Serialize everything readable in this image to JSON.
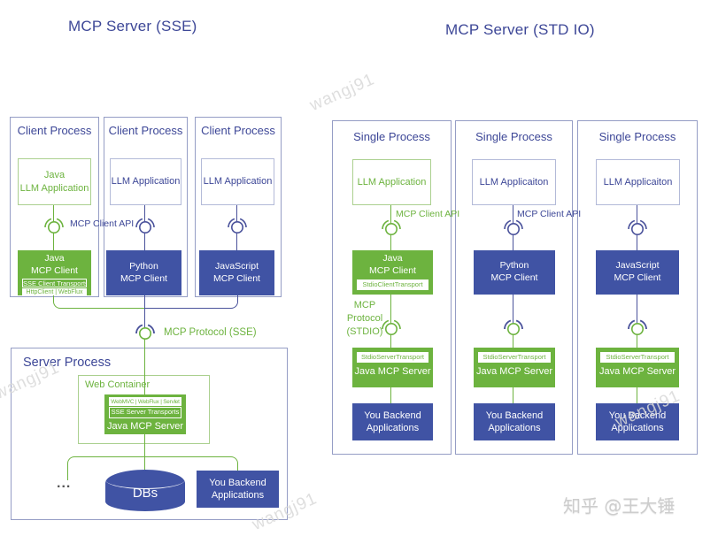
{
  "colors": {
    "green": "#6db33f",
    "blue": "#4053a4",
    "navy_text": "#3d4797",
    "line_navy": "#4a529b"
  },
  "watermark": {
    "text": "wangj91",
    "credit": "知乎 @王大锤"
  },
  "sse": {
    "title": "MCP Server (SSE)",
    "api_label": "MCP Client API",
    "protocol_label": "MCP Protocol (SSE)",
    "clients": [
      {
        "process": "Client Process",
        "app_line1": "Java",
        "app_line2": "LLM Application",
        "client_line1": "Java",
        "client_line2": "MCP Client",
        "badge1": "SSE Client Transports",
        "badge2": "HttpClient | WebFlux"
      },
      {
        "process": "Client Process",
        "app_line1": "LLM Application",
        "client_line1": "Python",
        "client_line2": "MCP Client"
      },
      {
        "process": "Client Process",
        "app_line1": "LLM Application",
        "client_line1": "JavaScript",
        "client_line2": "MCP Client"
      }
    ],
    "server": {
      "process": "Server Process",
      "container": "Web Container",
      "badge1": "WebMVC | WebFlux | Servlet",
      "badge2": "SSE Server Transports",
      "label": "Java MCP Server",
      "ellipsis": "...",
      "db": "DBs",
      "backend_line1": "You Backend",
      "backend_line2": "Applications"
    }
  },
  "stdio": {
    "title": "MCP Server (STD IO)",
    "protocol_line1": "MCP Protocol",
    "protocol_line2": "(STDIO)",
    "columns": [
      {
        "process": "Single Process",
        "app": "LLM Application",
        "api_label": "MCP Client API",
        "client_line1": "Java",
        "client_line2": "MCP Client",
        "client_badge": "StdioClientTransport",
        "server_badge": "StdioServerTransport",
        "server_label": "Java MCP Server",
        "backend_line1": "You Backend",
        "backend_line2": "Applications"
      },
      {
        "process": "Single Process",
        "app": "LLM Applicaiton",
        "api_label": "MCP Client API",
        "client_line1": "Python",
        "client_line2": "MCP Client",
        "server_badge": "StdioServerTransport",
        "server_label": "Java MCP Server",
        "backend_line1": "You Backend",
        "backend_line2": "Applications"
      },
      {
        "process": "Single Process",
        "app": "LLM Applicaiton",
        "client_line1": "JavaScript",
        "client_line2": "MCP Client",
        "server_badge": "StdioServerTransport",
        "server_label": "Java MCP Server",
        "backend_line1": "You Backend",
        "backend_line2": "Applications"
      }
    ]
  }
}
